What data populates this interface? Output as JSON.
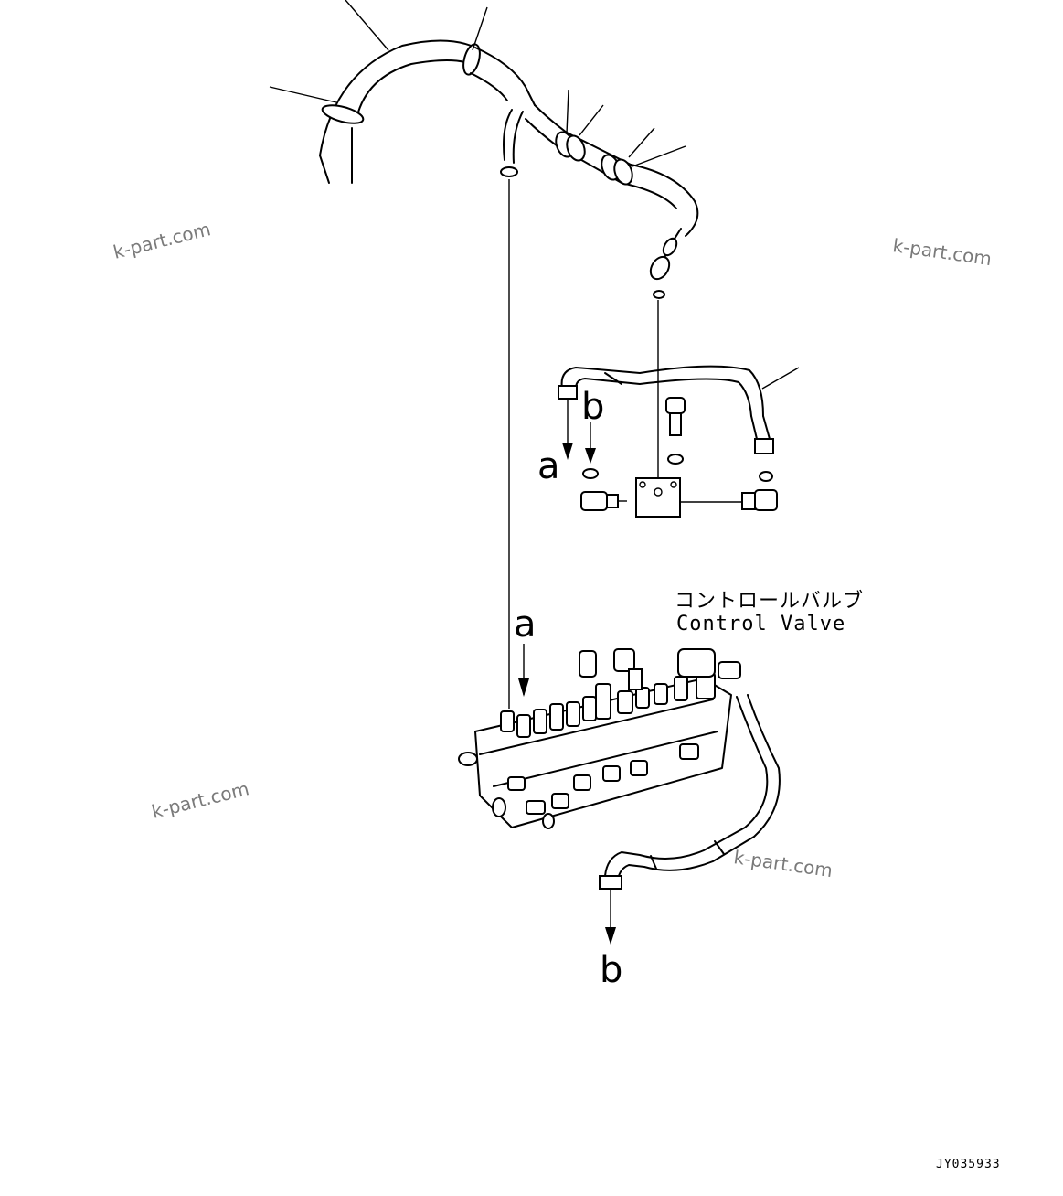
{
  "diagram": {
    "caption_jp": "コントロールバルブ",
    "caption_en": "Control Valve",
    "connection_labels": {
      "a_upper": "a",
      "b_upper": "b",
      "a_lower": "a",
      "b_lower": "b"
    },
    "watermarks": [
      "k-part.com",
      "k-part.com",
      "k-part.com",
      "k-part.com"
    ],
    "drawing_code": "JY035933"
  }
}
